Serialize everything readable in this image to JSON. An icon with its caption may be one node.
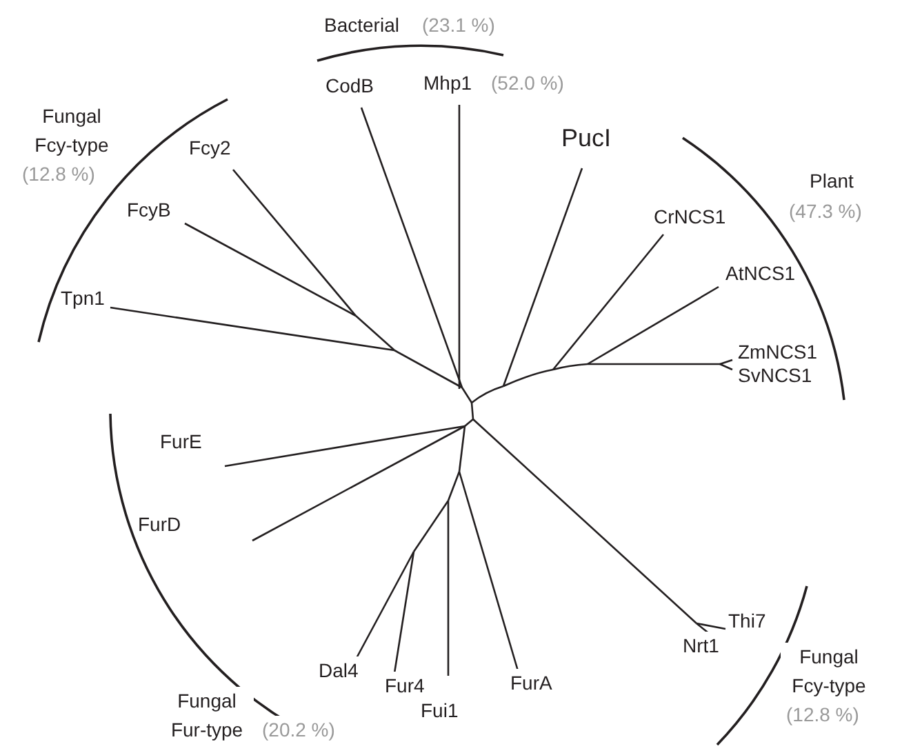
{
  "diagram": {
    "labels": [
      "Bacterial",
      "(23.1 %)",
      "Fungal Fcy-type",
      "(12.8 %)",
      "CodB",
      "Mhp1",
      "(52.0 %)",
      "Fcy2",
      "PucI",
      "Plant",
      "FcyB",
      "CrNCS1",
      "(47.3 %)",
      "AtNCS1",
      "Tpn1",
      "ZmNCS1",
      "SvNCS1",
      "FurE",
      "FurD",
      "Thi7",
      "Nrt1",
      "Fungal Fcy-type",
      "(12.8 %)",
      "Dal4",
      "Fur4",
      "FurA",
      "Fui1",
      "Fungal Fur-type",
      "(20.2 %)"
    ]
  }
}
